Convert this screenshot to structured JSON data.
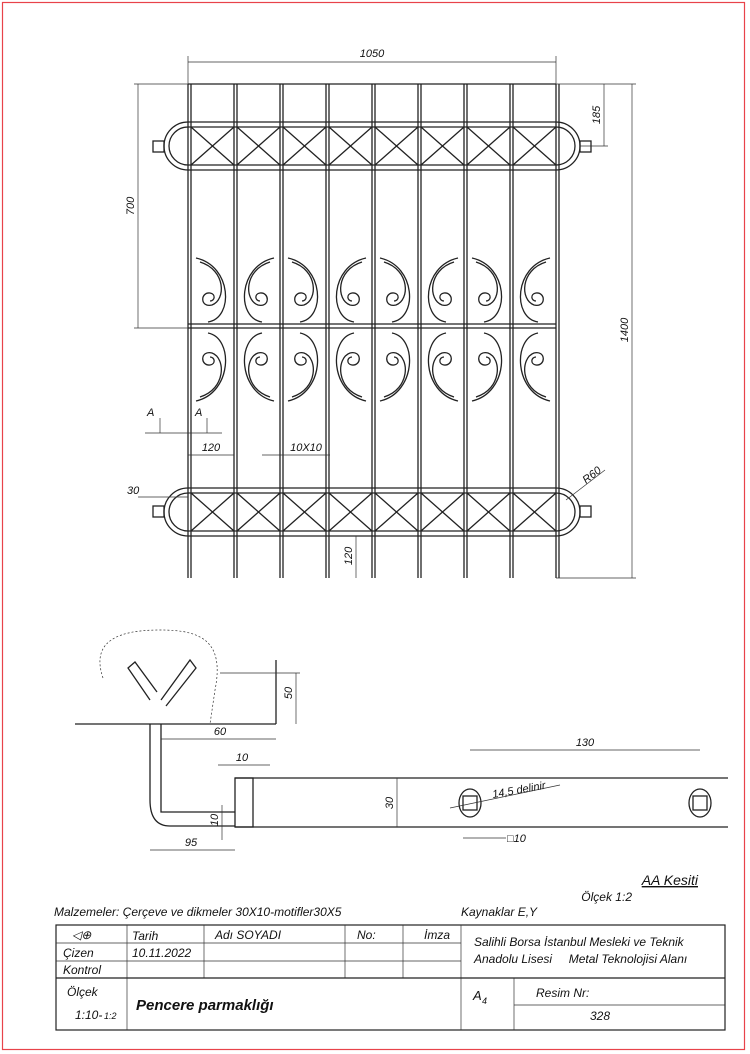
{
  "drawing": {
    "dimensions": {
      "width_total": "1050",
      "top_band": "185",
      "half_height": "700",
      "height_total": "1400",
      "section_a_left": "A",
      "section_a_right": "A",
      "bar_spacing": "120",
      "bar_size": "10X10",
      "stub": "30",
      "radius": "R60",
      "bottom_gap": "120"
    },
    "detail": {
      "anchor_depth": "50",
      "anchor_width": "60",
      "plate_thickness": "10",
      "hole_spacing": "130",
      "hole_note": "14,5 delinir",
      "bar_height": "30",
      "bend_thickness": "10",
      "square_size": "□10",
      "bend_length": "95"
    },
    "section_title": "AA Kesiti",
    "section_scale": "Ölçek 1:2"
  },
  "notes": {
    "materials": "Malzemeler: Çerçeve ve dikmeler 30X10-motifler30X5",
    "welds": "Kaynaklar E,Y"
  },
  "title_block": {
    "projection_symbol": "◁⊕",
    "col_date": "Tarih",
    "col_name": "Adı SOYADI",
    "col_no": "No:",
    "col_sign": "İmza",
    "row_drawn": "Çizen",
    "drawn_date": "10.11.2022",
    "row_check": "Kontrol",
    "school_line1": "Salihli Borsa İstanbul Mesleki ve Teknik",
    "school_line2": "Anadolu Lisesi     Metal Teknolojisi Alanı",
    "scale_label": "Ölçek",
    "scale_value": "1:10-",
    "scale_value_small": "1:2",
    "title": "Pencere parmaklığı",
    "paper": "A",
    "paper_sub": "4",
    "drawing_no_label": "Resim Nr:",
    "drawing_no": "328"
  }
}
